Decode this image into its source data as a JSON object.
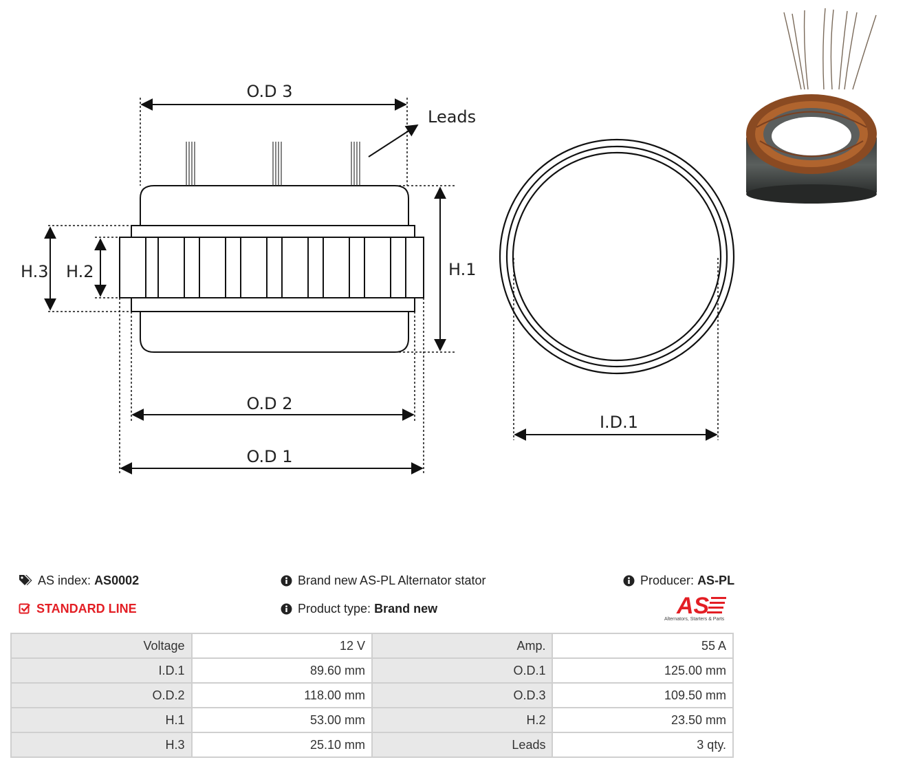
{
  "diagram": {
    "labels": {
      "od3": "O.D 3",
      "leads": "Leads",
      "h1": "H.1",
      "h2": "H.2",
      "h3": "H.3",
      "od2": "O.D 2",
      "od1": "O.D 1",
      "id1": "I.D.1"
    }
  },
  "info": {
    "as_index_label": "AS index:",
    "as_index_value": "AS0002",
    "line": "STANDARD LINE",
    "description": "Brand new AS-PL Alternator stator",
    "product_type_label": "Product type:",
    "product_type_value": "Brand new",
    "producer_label": "Producer:",
    "producer_value": "AS-PL"
  },
  "logo": {
    "mark": "AS",
    "tagline": "Alternators, Starters & Parts",
    "color": "#e31e24"
  },
  "specs": [
    {
      "label1": "Voltage",
      "value1": "12 V",
      "label2": "Amp.",
      "value2": "55 A"
    },
    {
      "label1": "I.D.1",
      "value1": "89.60 mm",
      "label2": "O.D.1",
      "value2": "125.00 mm"
    },
    {
      "label1": "O.D.2",
      "value1": "118.00 mm",
      "label2": "O.D.3",
      "value2": "109.50 mm"
    },
    {
      "label1": "H.1",
      "value1": "53.00 mm",
      "label2": "H.2",
      "value2": "23.50 mm"
    },
    {
      "label1": "H.3",
      "value1": "25.10 mm",
      "label2": "Leads",
      "value2": "3 qty."
    }
  ]
}
